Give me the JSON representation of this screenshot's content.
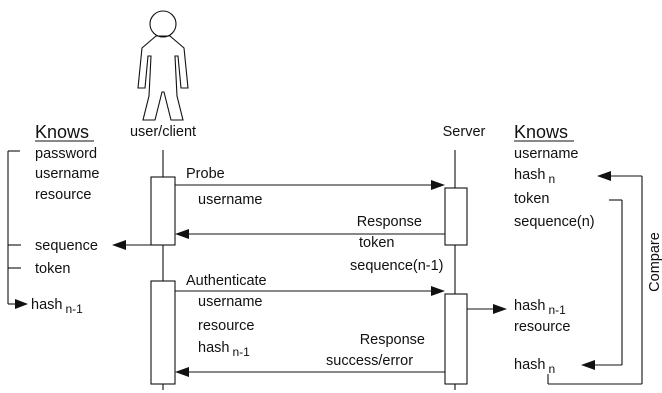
{
  "actors": {
    "client": "user/client",
    "server": "Server"
  },
  "client_knows": {
    "heading": "Knows",
    "items": [
      "password",
      "username",
      "resource"
    ],
    "learned": [
      "sequence",
      "token"
    ],
    "derived": {
      "base": "hash",
      "sub": "n-1"
    }
  },
  "server_knows": {
    "heading": "Knows",
    "items": [
      "username"
    ],
    "hash_n": {
      "base": "hash",
      "sub": "n"
    },
    "token": "token",
    "sequence": "sequence(n)",
    "received": [
      {
        "base": "hash",
        "sub": "n-1"
      },
      {
        "text": "resource"
      }
    ],
    "result": {
      "base": "hash",
      "sub": "n"
    },
    "compare_label": "Compare"
  },
  "messages": [
    {
      "id": "probe",
      "label": "Probe",
      "params": [
        "username"
      ]
    },
    {
      "id": "response1",
      "label": "Response",
      "params": [
        "token",
        "sequence(n-1)"
      ]
    },
    {
      "id": "authenticate",
      "label": "Authenticate",
      "params": [
        "username",
        "resource",
        {
          "base": "hash",
          "sub": "n-1"
        }
      ]
    },
    {
      "id": "response2",
      "label": "Response",
      "params": [
        "success/error"
      ]
    }
  ]
}
